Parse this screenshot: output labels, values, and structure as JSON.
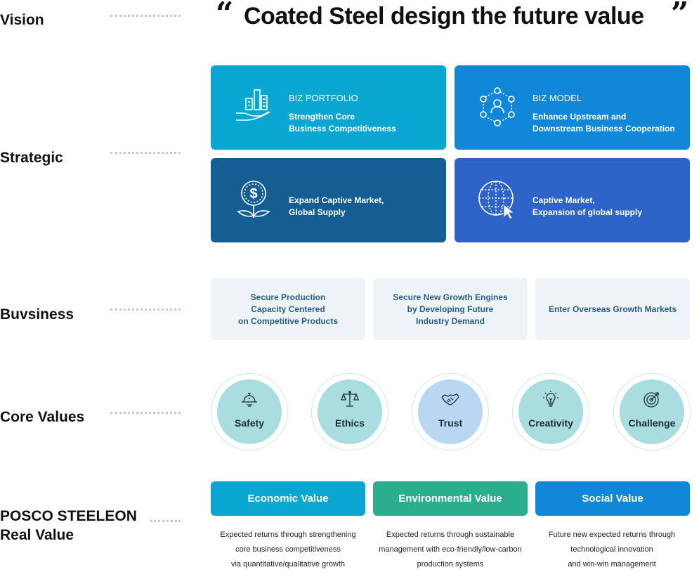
{
  "rows": {
    "vision": "Vision",
    "strategic": "Strategic",
    "business": "Buvsiness",
    "core": "Core Values",
    "real_line1": "POSCO STEELEON",
    "real_line2": "Real Value"
  },
  "vision": {
    "open_quote": "“",
    "text": "Coated Steel design the future value",
    "close_quote": "”"
  },
  "strategic": [
    {
      "tag": "BIZ PORTFOLIO",
      "line1": "Strengthen Core",
      "line2": "Business Competitiveness",
      "icon": "building-hand-icon",
      "color": "#0aa6d2"
    },
    {
      "tag": "BIZ MODEL",
      "line1": "Enhance Upstream and",
      "line2": "Downstream Business Cooperation",
      "icon": "network-people-icon",
      "color": "#1187d9"
    },
    {
      "tag": "",
      "line1": "Expand Captive Market,",
      "line2": "Global Supply",
      "icon": "money-plant-icon",
      "color": "#145e94"
    },
    {
      "tag": "",
      "line1": "Captive Market,",
      "line2": "Expansion of global supply",
      "icon": "globe-cursor-icon",
      "color": "#2e63c7"
    }
  ],
  "business": [
    {
      "line1": "Secure Production",
      "line2": "Capacity Centered",
      "line3": "on Competitive Products"
    },
    {
      "line1": "Secure New Growth Engines",
      "line2": "by Developing Future",
      "line3": "Industry Demand"
    },
    {
      "line1": "Enter Overseas Growth Markets",
      "line2": "",
      "line3": ""
    }
  ],
  "core_values": [
    {
      "label": "Safety",
      "icon": "safety-helmet-icon"
    },
    {
      "label": "Ethics",
      "icon": "scales-icon"
    },
    {
      "label": "Trust",
      "icon": "handshake-icon"
    },
    {
      "label": "Creativity",
      "icon": "lightbulb-icon"
    },
    {
      "label": "Challenge",
      "icon": "target-icon"
    }
  ],
  "real_values": [
    {
      "title": "Economic Value",
      "color": "#0aa6d2",
      "d1": "Expected returns through strengthening",
      "d2": "core business competitiveness",
      "d3": "via quantitative/qualitative growth"
    },
    {
      "title": "Environmental Value",
      "color": "#2aae8e",
      "d1": "Expected returns through sustainable",
      "d2": "management with eco-friendly/low-carbon",
      "d3": "production systems"
    },
    {
      "title": "Social Value",
      "color": "#1187d9",
      "d1": "Future new expected returns through",
      "d2": "technological innovation",
      "d3": "and win-win management"
    }
  ],
  "colors": {
    "dots": "#c7c7c7",
    "business_bg": "#eef3f7",
    "business_text": "#2a5c8a",
    "circle_green": "#a9dde0",
    "circle_blue": "#b9d7f2"
  }
}
